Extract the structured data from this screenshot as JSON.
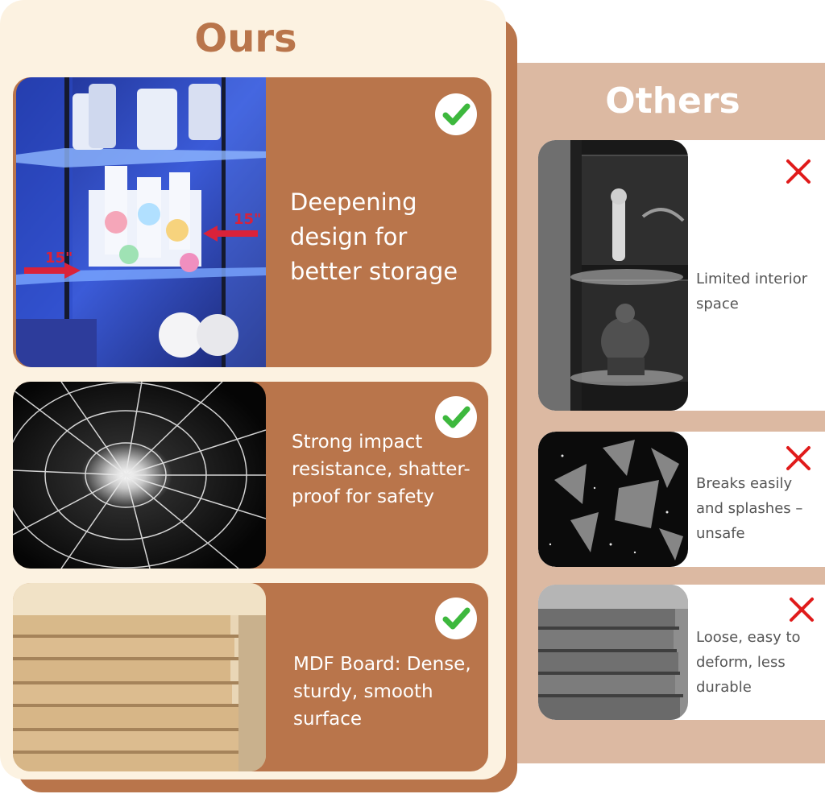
{
  "headings": {
    "ours": "Ours",
    "others": "Others"
  },
  "colors": {
    "brown": "#b9754b",
    "cream": "#fcf2e1",
    "tan": "#dcb9a2",
    "check_green": "#3db83d",
    "cross_red": "#e01b1b"
  },
  "ours": [
    {
      "text": "Deepening design for better storage",
      "icon": "check-icon",
      "image": "display-cabinet-photo",
      "dim_label": "15\""
    },
    {
      "text": "Strong impact resistance, shatter-proof for safety",
      "icon": "check-icon",
      "image": "cracked-glass-photo"
    },
    {
      "text": "MDF Board: Dense, sturdy, smooth surface",
      "icon": "check-icon",
      "image": "mdf-board-stack-photo"
    }
  ],
  "others": [
    {
      "text": "Limited interior space",
      "icon": "cross-icon",
      "image": "narrow-cabinet-photo"
    },
    {
      "text": "Breaks easily and splashes – unsafe",
      "icon": "cross-icon",
      "image": "shattered-glass-photo"
    },
    {
      "text": "Loose, easy to deform, less durable",
      "icon": "cross-icon",
      "image": "particle-board-stack-photo"
    }
  ]
}
